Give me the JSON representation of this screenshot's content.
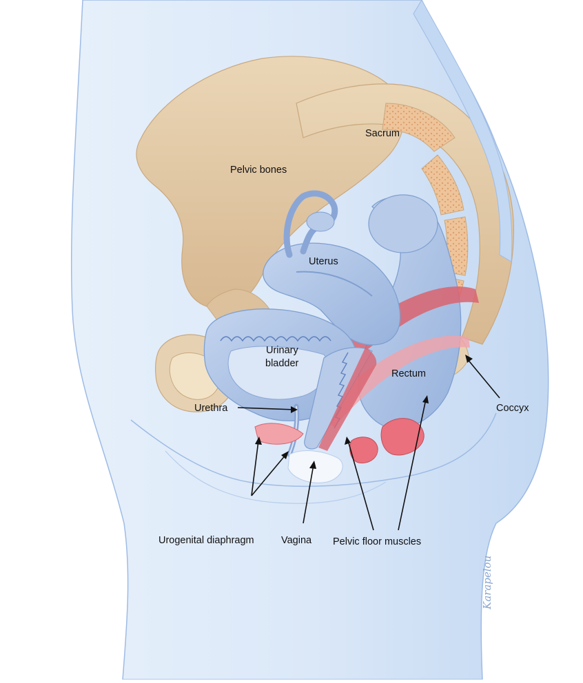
{
  "labels": {
    "sacrum": "Sacrum",
    "pelvic_bones": "Pelvic bones",
    "uterus": "Uterus",
    "urinary_bladder_line1": "Urinary",
    "urinary_bladder_line2": "bladder",
    "rectum": "Rectum",
    "urethra": "Urethra",
    "coccyx": "Coccyx",
    "urogenital_diaphragm": "Urogenital diaphragm",
    "vagina": "Vagina",
    "pelvic_floor_muscles": "Pelvic floor muscles"
  },
  "signature": "Karapelou",
  "colors": {
    "body_fill": "#d6e6f9",
    "body_outline": "#8fb1e0",
    "bone": "#e2caa6",
    "bone_dark": "#c9a87f",
    "marrow": "#e9b98c",
    "organ_blue": "#a9c1e3",
    "organ_blue_dark": "#7e9fd0",
    "muscle_red": "#d9636f",
    "muscle_pink": "#f1a3a9",
    "fat_cream": "#f2e3c7"
  }
}
